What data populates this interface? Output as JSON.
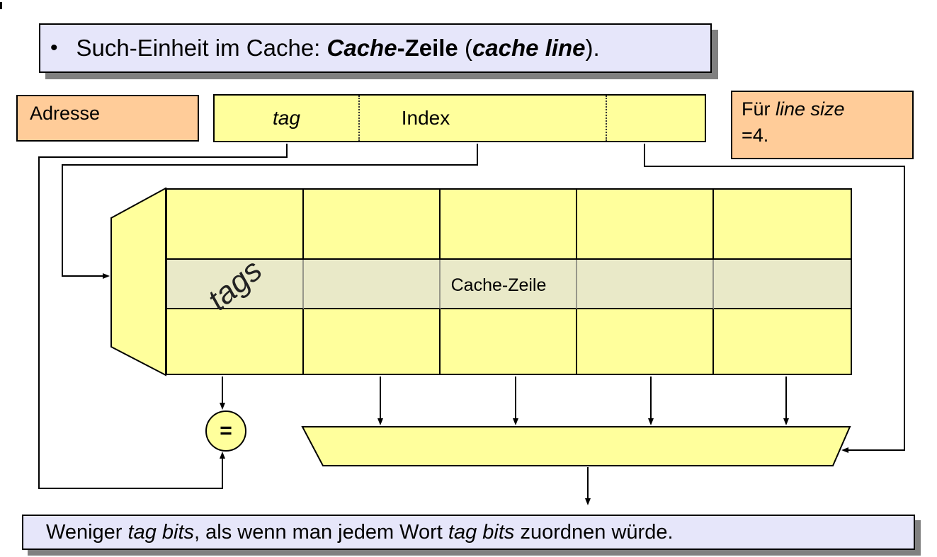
{
  "title_banner": {
    "bullet": "•",
    "prefix": "Such-Einheit im Cache: ",
    "emph_cache": "Cache",
    "bold_zeile": "-Zeile",
    "mid": " (",
    "emph_cache_line": "cache line",
    "suffix": ")."
  },
  "address": {
    "label": "Adresse",
    "fields": {
      "tag": "tag",
      "index": "Index",
      "offset": ""
    }
  },
  "note_box": {
    "prefix": "Für ",
    "italic": "line size",
    "line2": "=4."
  },
  "cache": {
    "tags_label": "tags",
    "line_label": "Cache-Zeile",
    "rows": 3,
    "columns": 5
  },
  "comparator": {
    "symbol": "="
  },
  "bottom_banner": {
    "prefix": "Weniger ",
    "italic1": "tag bits",
    "mid": ", als wenn man jedem Wort ",
    "italic2": "tag bits",
    "suffix": " zuordnen würde."
  },
  "colors": {
    "yellow": "#FFFF9C",
    "orange": "#FFCC99",
    "lavender": "#E6E6FA",
    "highlight_row": "#E9E9C8",
    "shadow": "#808080",
    "line": "#000000"
  }
}
